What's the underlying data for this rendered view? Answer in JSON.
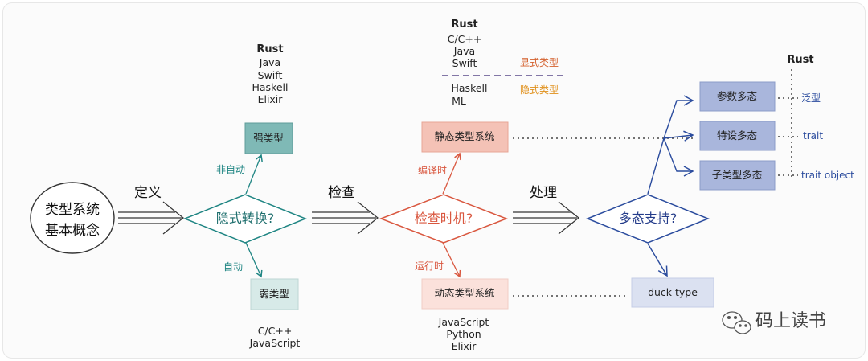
{
  "root": {
    "line1": "类型系统",
    "line2": "基本概念"
  },
  "arrows": {
    "define": "定义",
    "check": "检查",
    "handle": "处理"
  },
  "diamonds": {
    "conversion": "隐式转换?",
    "timing": "检查时机?",
    "polymorphism": "多态支持?"
  },
  "edges": {
    "no_auto": "非自动",
    "auto": "自动",
    "compile_time": "编译时",
    "run_time": "运行时"
  },
  "boxes": {
    "strong": "强类型",
    "weak": "弱类型",
    "static": "静态类型系统",
    "dynamic": "动态类型系统",
    "parametric": "参数多态",
    "adhoc": "特设多态",
    "subtype": "子类型多态",
    "duck": "duck type"
  },
  "strong_langs": [
    "Rust",
    "Java",
    "Swift",
    "Haskell",
    "Elixir"
  ],
  "weak_langs": [
    "C/C++",
    "JavaScript"
  ],
  "static_explicit": [
    "Rust",
    "C/C++",
    "Java",
    "Swift"
  ],
  "static_implicit": [
    "Haskell",
    "ML"
  ],
  "explicit_label": "显式类型",
  "implicit_label": "隐式类型",
  "dynamic_langs": [
    "JavaScript",
    "Python",
    "Elixir"
  ],
  "rust_label": "Rust",
  "poly_labels": {
    "parametric": "泛型",
    "adhoc": "trait",
    "subtype": "trait object"
  },
  "watermark": "码上读书",
  "colors": {
    "teal_fill": "#7fb9b6",
    "weak_fill": "#d7eae8",
    "teal_stroke": "#1f8583",
    "red_stroke": "#d9573f",
    "static_fill": "#f4c2b6",
    "dynamic_fill": "#fbe1db",
    "blue_stroke": "#2b4c9e",
    "poly_fill": "#a9b6dc",
    "duck_fill": "#dbe1f1"
  }
}
